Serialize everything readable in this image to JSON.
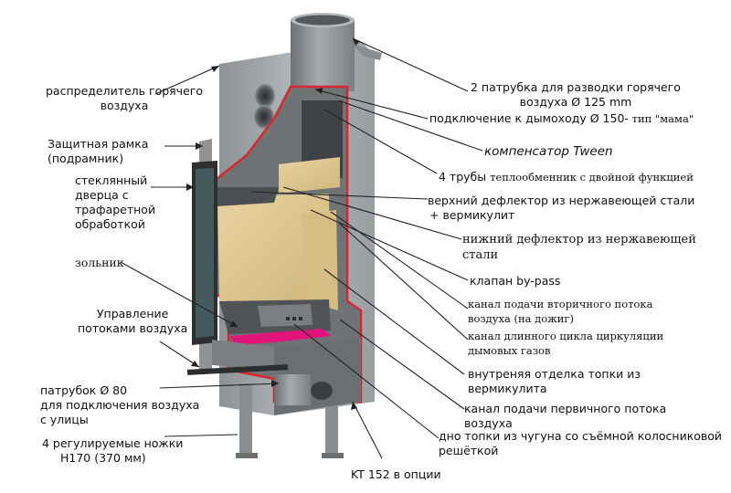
{
  "labels": {
    "hot_air_distributor": [
      "распределитель горячего",
      "воздуха"
    ],
    "protective_frame": [
      "Защитная рамка",
      "(подрамник)"
    ],
    "glass_door": [
      "стеклянный",
      "дверца с",
      "трафаретной",
      "обработкой"
    ],
    "ash_pan": "зольник",
    "air_flow_control": [
      "Управление",
      "потоками воздуха"
    ],
    "outside_air_pipe": [
      "патрубок Ø 80",
      "для подключения воздуха",
      "с улицы"
    ],
    "legs": [
      "4 регулируемые ножки",
      "H170 (370 мм)"
    ],
    "hot_air_outlets": [
      "2 патрубка для разводки горячего",
      "воздуха Ø 125 mm"
    ],
    "chimney_connection": {
      "main": "подключение к дымоходу Ø 150-",
      "suffix": " тип \"мама\""
    },
    "tween_compensator": "компенсатор Tween",
    "heat_exchanger_tubes": {
      "main": "4 трубы ",
      "suffix": "теплообменник с двойной функцией"
    },
    "upper_deflector": [
      "верхний дефлектор из нержавеющей стали",
      "+ вермикулит"
    ],
    "lower_deflector": [
      "нижний дефлектор из нержавеющей",
      "стали"
    ],
    "bypass_valve": "клапан by-pass",
    "secondary_air_channel": [
      "канал подачи вторичного потока",
      "воздуха (на дожиг)"
    ],
    "long_cycle_channel": [
      "канал длинного цикла циркуляции",
      "дымовых газов"
    ],
    "vermiculite_lining": [
      "внутреняя отделка топки из",
      "вермикулита"
    ],
    "primary_air_channel": [
      "канал подачи первичного потока",
      "воздуха"
    ],
    "cast_iron_bottom": [
      "дно топки из чугуна со съёмной колосниковой",
      "решёткой"
    ],
    "kt152_option": "KT 152 в опции"
  },
  "colors": {
    "casing": "#9a9ea1",
    "casing_dark": "#5e6265",
    "section_outline": "#d9262c",
    "vermiculite": "#ddc58f",
    "insulation_magenta": "#e0147a",
    "pointer": "#222222"
  }
}
